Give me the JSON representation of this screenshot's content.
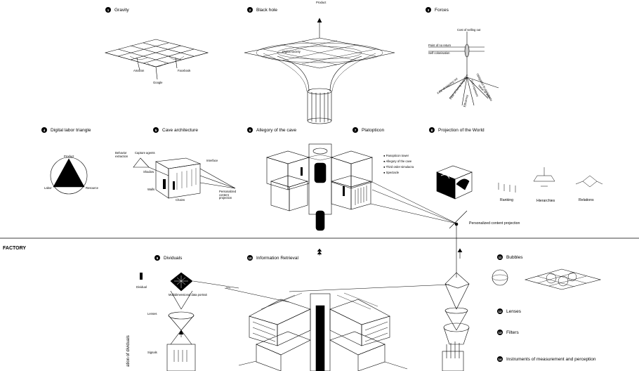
{
  "factory_label": "FACTORY",
  "sections": [
    {
      "key": "gravity",
      "num": "1",
      "title": "Gravity"
    },
    {
      "key": "blackhole",
      "num": "2",
      "title": "Black hole"
    },
    {
      "key": "forces",
      "num": "3",
      "title": "Forces"
    },
    {
      "key": "triangle",
      "num": "4",
      "title": "Digital labor triangle"
    },
    {
      "key": "cave",
      "num": "5",
      "title": "Cave architecture"
    },
    {
      "key": "allegory",
      "num": "6",
      "title": "Allegory of the cave"
    },
    {
      "key": "platopticon",
      "num": "7",
      "title": "Platopticon"
    },
    {
      "key": "projection",
      "num": "8",
      "title": "Projection of the World"
    },
    {
      "key": "dividuals",
      "num": "9",
      "title": "Dividuals"
    },
    {
      "key": "retrieval",
      "num": "10",
      "title": "Information Retrieval"
    },
    {
      "key": "bubbles",
      "num": "11",
      "title": "Bubbles"
    },
    {
      "key": "lenses",
      "num": "12",
      "title": "Lenses"
    },
    {
      "key": "filters",
      "num": "13",
      "title": "Filters"
    },
    {
      "key": "instruments",
      "num": "14",
      "title": "Instruments of measurement and perception"
    }
  ],
  "gravity_labels": {
    "amazon": "Amazon",
    "facebook": "Facebook",
    "google": "Google"
  },
  "blackhole_labels": {
    "product": "Product",
    "event": "Digital society"
  },
  "forces_labels": {
    "cost": "Cost of selling out",
    "point": "Point of no return",
    "self": "Self colonisation",
    "rays": [
      "Fear of missing out",
      "Fear of being forgotten",
      "Efficiency",
      "Obligation to participate",
      "Self exposure",
      "Value of data"
    ]
  },
  "triangle_labels": {
    "product": "Product",
    "labor": "Labor",
    "resource": "Resource"
  },
  "cave_labels": {
    "behavior": "Behavior extraction",
    "capture": "Capture agents",
    "shadow": "Shadow",
    "walls": "Walls",
    "interface": "Interface",
    "chains": "Chains",
    "personalized": "Personalized content projection"
  },
  "platopticon_legend": [
    "Panopticon tower",
    "Allegory of the cave",
    "Third order simulacra",
    "Spectacle"
  ],
  "projection_labels": {
    "ranking": "Ranking",
    "hierarchies": "Hierarchies",
    "relations": "Relations"
  },
  "center_label": "Personalized content projection",
  "dividuals_labels": {
    "dividual": "Dividual",
    "multidim": "Multidimensional data portrait",
    "lenses": "Lenses",
    "signals": "Signals",
    "side": "ation of dividuals"
  }
}
